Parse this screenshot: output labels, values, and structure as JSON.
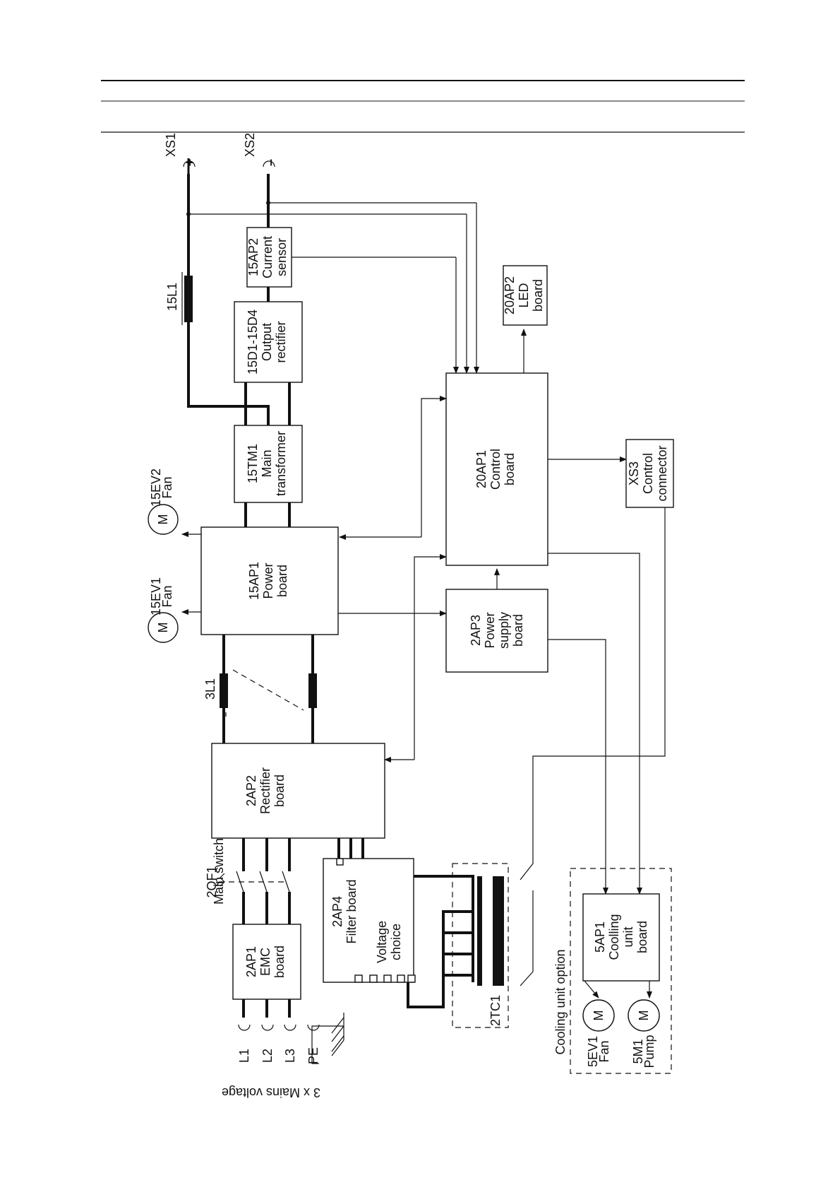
{
  "diagram": {
    "mains": {
      "caption": "3 x Mains voltage",
      "phases": [
        "L1",
        "L2",
        "L3"
      ],
      "earth": "PE"
    },
    "blocks": {
      "emc": [
        "2AP1",
        "EMC",
        "board"
      ],
      "rectifier": [
        "2AP2",
        "Rectifier",
        "board"
      ],
      "filter": [
        "2AP4",
        "Filter board"
      ],
      "voltage_choice": [
        "Voltage",
        "choice"
      ],
      "power": [
        "15AP1",
        "Power",
        "board"
      ],
      "power_supply": [
        "2AP3",
        "Power",
        "supply",
        "board"
      ],
      "transformer": [
        "15TM1",
        "Main",
        "transformer"
      ],
      "output_rectifier": [
        "15D1-15D4",
        "Output",
        "rectifier"
      ],
      "current_sensor": [
        "15AP2",
        "Current",
        "sensor"
      ],
      "control": [
        "20AP1",
        "Control",
        "board"
      ],
      "led": [
        "20AP2",
        "LED",
        "board"
      ],
      "control_connector": [
        "XS3",
        "Control",
        "connector"
      ],
      "cooling_board": [
        "5AP1",
        "Coolling",
        "unit",
        "board"
      ]
    },
    "components": {
      "main_switch_id": "2QF1",
      "main_switch_label": "Main switch",
      "choke_3l1": "3L1",
      "choke_15l1": "15L1",
      "aux_transformer": "2TC1",
      "motor_symbol": "M",
      "fan1": [
        "15EV1",
        "Fan"
      ],
      "fan2": [
        "15EV2",
        "Fan"
      ],
      "cooling_fan": [
        "5EV1",
        "Fan"
      ],
      "cooling_pump": [
        "5M1",
        "Pump"
      ],
      "xs1": "XS1",
      "xs2": "XS2",
      "plus": "+",
      "minus": "–"
    },
    "cooling_option_label": "Cooling unit option"
  }
}
